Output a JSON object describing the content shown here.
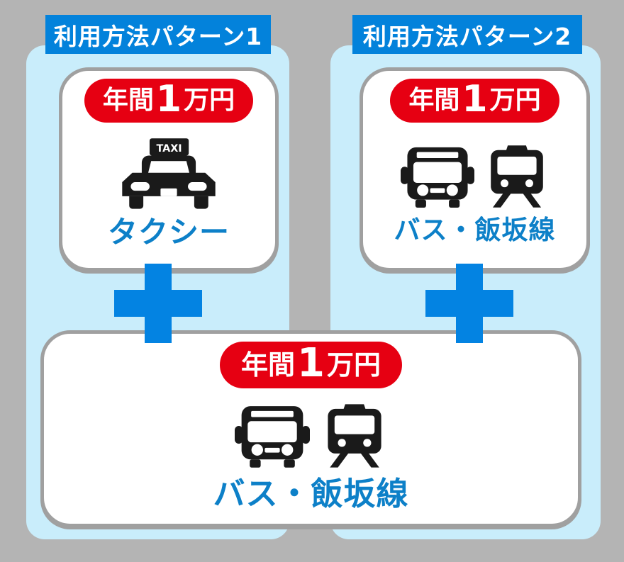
{
  "colors": {
    "background": "#b4b4b4",
    "panel_light_blue": "#c9edfb",
    "tab_blue": "#0382db",
    "plus_blue": "#0383e2",
    "badge_red": "#e60012",
    "label_blue": "#0d80c8",
    "card_border_gray": "#a0a0a0",
    "icon_black": "#1a1a1a"
  },
  "pattern1": {
    "tab_label": "利用方法パターン1",
    "card": {
      "badge": {
        "prefix": "年間",
        "amount": "1",
        "suffix": "万円"
      },
      "icons": [
        "taxi-icon"
      ],
      "taxi_sign_text": "TAXI",
      "label": "タクシー"
    }
  },
  "pattern2": {
    "tab_label": "利用方法パターン2",
    "card": {
      "badge": {
        "prefix": "年間",
        "amount": "1",
        "suffix": "万円"
      },
      "icons": [
        "bus-icon",
        "train-icon"
      ],
      "label": "バス・飯坂線"
    }
  },
  "shared_card": {
    "badge": {
      "prefix": "年間",
      "amount": "1",
      "suffix": "万円"
    },
    "icons": [
      "bus-icon",
      "train-icon"
    ],
    "label": "バス・飯坂線"
  },
  "plus_symbol": "+"
}
